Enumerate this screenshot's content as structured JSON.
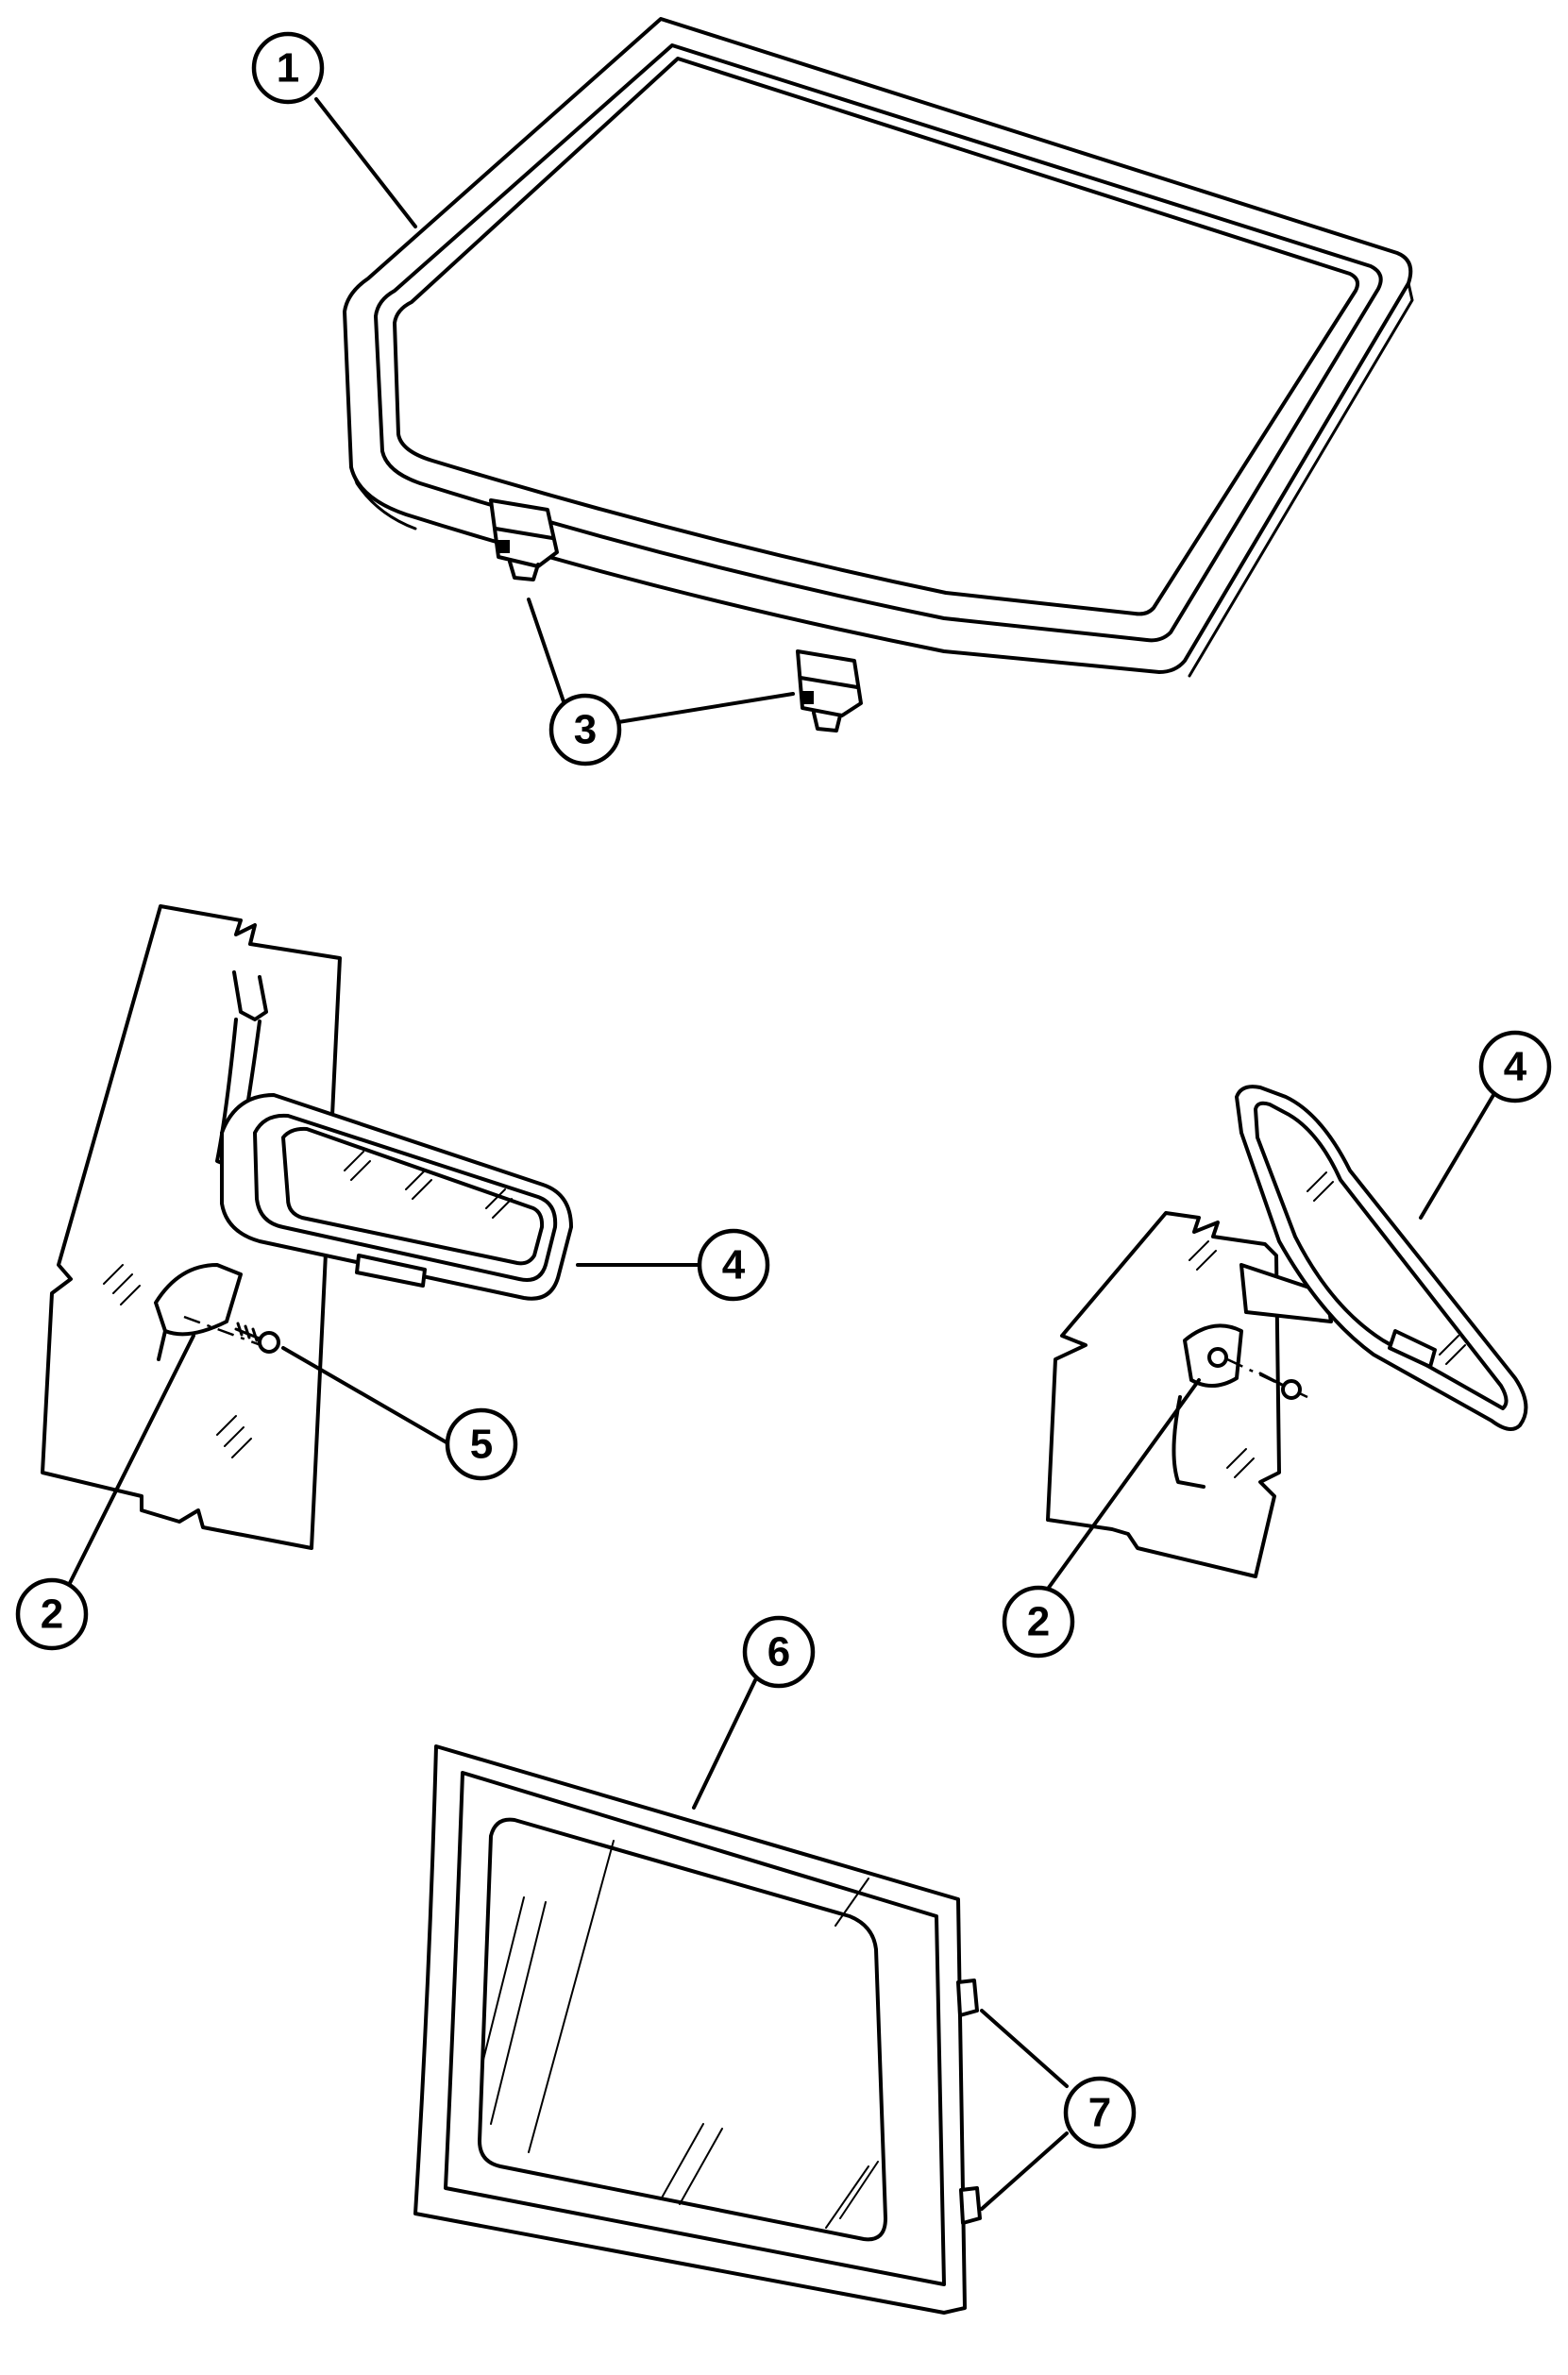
{
  "callouts": {
    "windshield": "1",
    "bracket_left": "2",
    "bracket_right": "2",
    "clips_windshield": "3",
    "mirror_left": "4",
    "mirror_right": "4",
    "screw": "5",
    "back_window": "6",
    "clips_back_window": "7"
  },
  "colors": {
    "line": "#000000",
    "background": "#ffffff"
  }
}
